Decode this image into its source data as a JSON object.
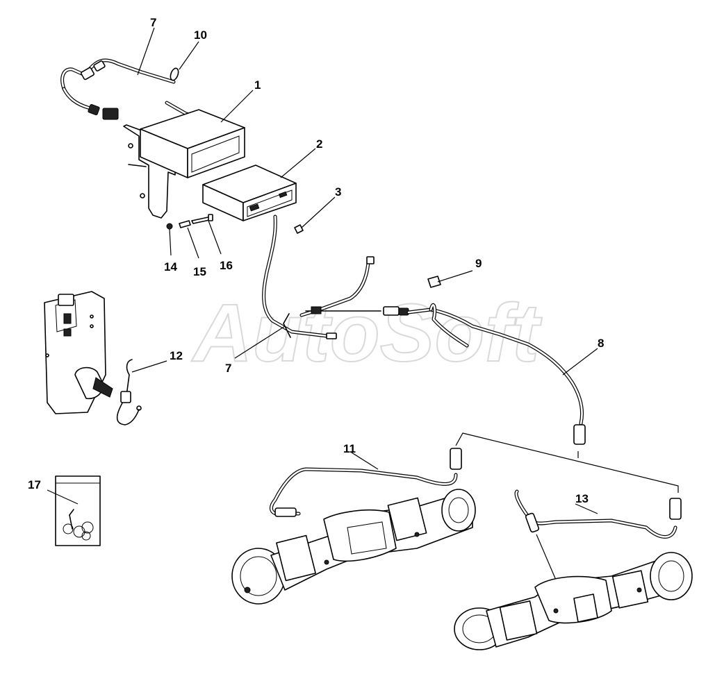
{
  "watermark": "AutoSoft",
  "callouts": [
    "7",
    "10",
    "1",
    "2",
    "3",
    "14",
    "15",
    "16",
    "9",
    "12",
    "7",
    "8",
    "11",
    "13",
    "17"
  ]
}
